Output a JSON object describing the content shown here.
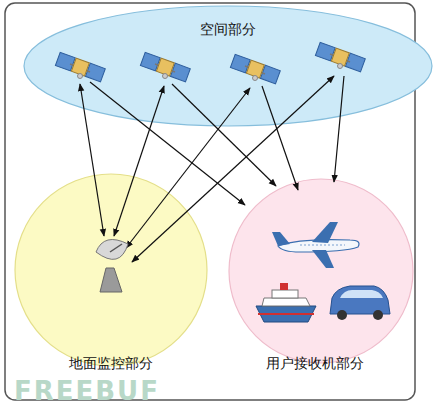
{
  "diagram": {
    "nodes": [
      {
        "text": [
          "空间部分"
        ]
      },
      {
        "text": [
          "地面监控部分"
        ]
      },
      {
        "text": [
          "用户接收机部分"
        ]
      }
    ],
    "edges": [
      {
        "from": 0,
        "to": 1,
        "arrow": "both"
      },
      {
        "from": 0,
        "to": 1,
        "arrow": "both"
      },
      {
        "from": 0,
        "to": 1,
        "arrow": "both"
      },
      {
        "from": 0,
        "to": 1,
        "arrow": "both"
      },
      {
        "from": 0,
        "to": 2,
        "arrow": "to"
      },
      {
        "from": 0,
        "to": 2,
        "arrow": "to"
      },
      {
        "from": 0,
        "to": 2,
        "arrow": "to"
      },
      {
        "from": 0,
        "to": 2,
        "arrow": "to"
      }
    ],
    "labels": [
      "FREEBUF"
    ]
  }
}
